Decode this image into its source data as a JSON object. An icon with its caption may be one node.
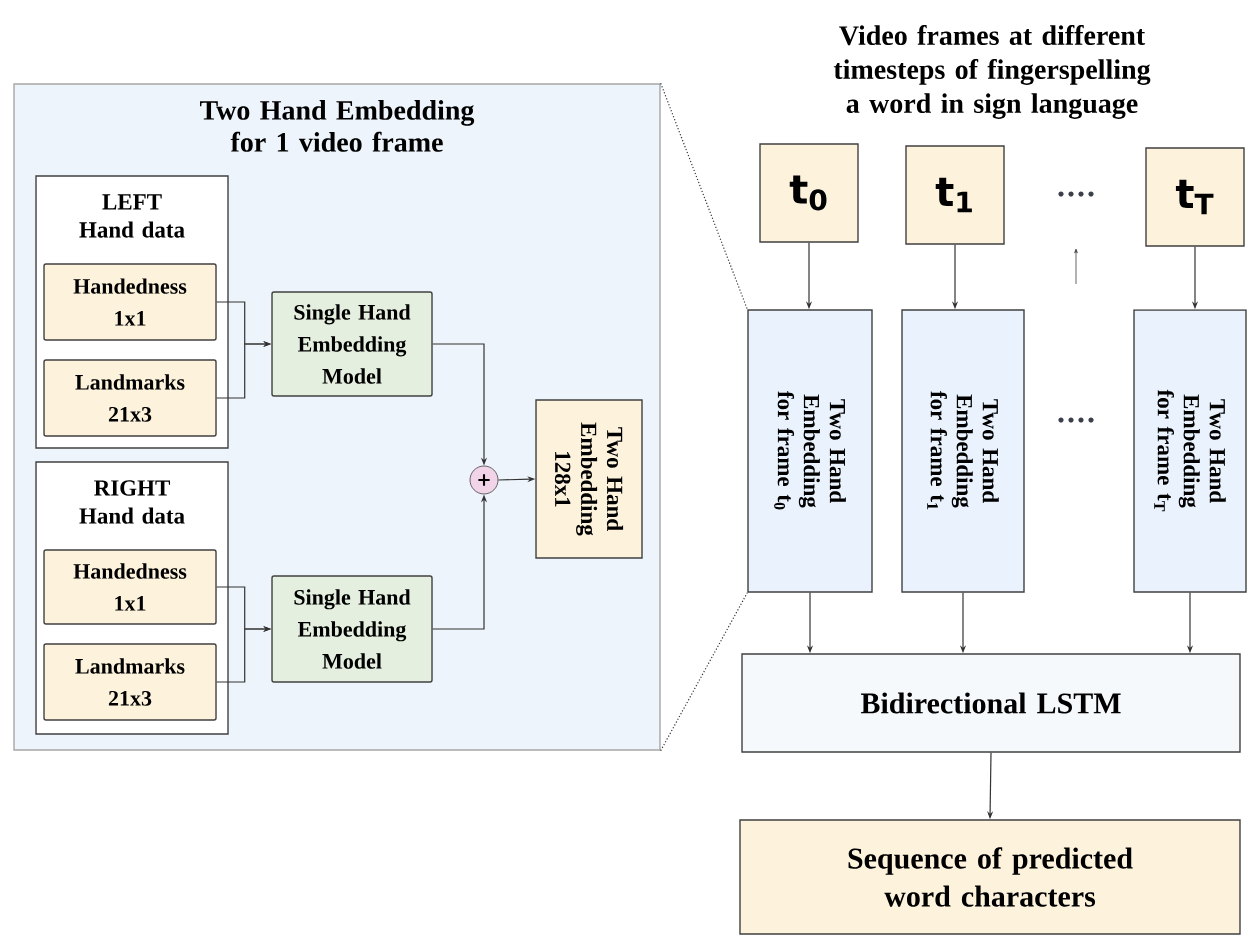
{
  "diagram": {
    "title": "Video frames at different timesteps of fingerspelling a word in sign language",
    "nodes": [
      {
        "text": [
          "Two Hand Embedding for 1 video frame"
        ]
      },
      {
        "text": [
          "LEFT Hand data"
        ],
        "in": 0
      },
      {
        "text": [
          "Handedness 1x1"
        ],
        "in": 1
      },
      {
        "text": [
          "Landmarks 21x3"
        ],
        "in": 1
      },
      {
        "text": [
          "RIGHT Hand data"
        ],
        "in": 0
      },
      {
        "text": [
          "Handedness 1x1"
        ],
        "in": 4
      },
      {
        "text": [
          "Landmarks 21x3"
        ],
        "in": 4
      },
      {
        "text": [
          "Single Hand Embedding Model"
        ],
        "in": 0
      },
      {
        "text": [
          "Single Hand Embedding Model"
        ],
        "in": 0
      },
      {
        "text": [
          "+"
        ],
        "in": 0
      },
      {
        "text": [
          "Two Hand Embedding 128x1"
        ],
        "in": 0
      },
      {
        "text": [
          "t$_{0}$"
        ]
      },
      {
        "text": [
          "t$_{1}$"
        ]
      },
      {
        "text": [
          "t$_{T}$"
        ]
      },
      {
        "text": [
          "Two Hand Embedding for frame t$_{0}$"
        ]
      },
      {
        "text": [
          "Two Hand Embedding for frame t$_{1}$"
        ]
      },
      {
        "text": [
          "Two Hand Embedding for frame t$_{T}$"
        ]
      },
      {
        "text": [
          "Bidirectional LSTM"
        ]
      },
      {
        "text": [
          "Sequence of predicted word characters"
        ]
      }
    ],
    "edges": [
      {
        "from": 2,
        "to": 7,
        "arrow": "to"
      },
      {
        "from": 3,
        "to": 7,
        "arrow": "to"
      },
      {
        "from": 5,
        "to": 8,
        "arrow": "to"
      },
      {
        "from": 6,
        "to": 8,
        "arrow": "to"
      },
      {
        "from": 7,
        "to": 9,
        "arrow": "to"
      },
      {
        "from": 8,
        "to": 9,
        "arrow": "to"
      },
      {
        "from": 9,
        "to": 10,
        "arrow": "to"
      },
      {
        "from": 11,
        "to": 14,
        "arrow": "to"
      },
      {
        "from": 12,
        "to": 15,
        "arrow": "to"
      },
      {
        "from": 13,
        "to": 16,
        "arrow": "to"
      },
      {
        "from": 14,
        "to": 17,
        "arrow": "to"
      },
      {
        "from": 15,
        "to": 17,
        "arrow": "to"
      },
      {
        "from": 16,
        "to": 17,
        "arrow": "to"
      },
      {
        "from": 17,
        "to": 18,
        "arrow": "to"
      },
      {
        "from": 0,
        "to": 14,
        "arrow": "none",
        "style": "dashed"
      },
      {
        "from": 0,
        "to": 14,
        "arrow": "none",
        "style": "dashed"
      }
    ]
  }
}
